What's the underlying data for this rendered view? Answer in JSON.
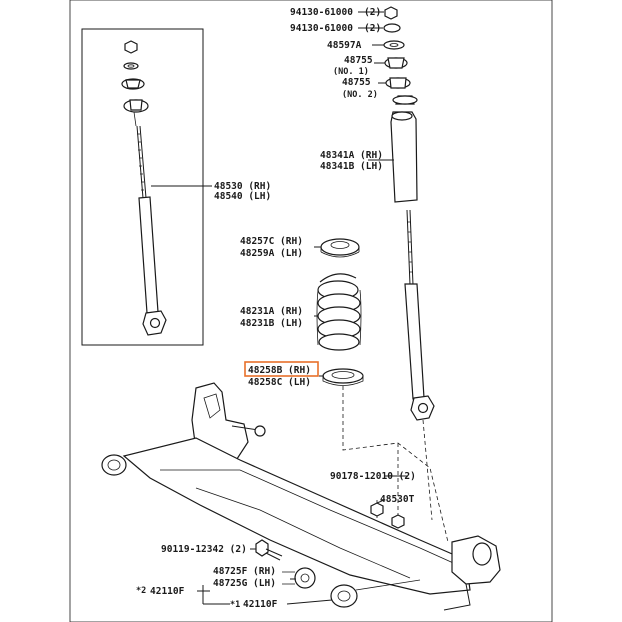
{
  "labels": {
    "p94130a": "94130-61000",
    "p94130a_qty": "(2)",
    "p94130b": "94130-61000",
    "p94130b_qty": "(2)",
    "p48597a": "48597A",
    "p48755_1": "48755",
    "p48755_1_note": "(NO. 1)",
    "p48755_2": "48755",
    "p48755_2_note": "(NO. 2)",
    "p48341a": "48341A (RH)",
    "p48341b": "48341B (LH)",
    "p48530": "48530 (RH)",
    "p48540": "48540 (LH)",
    "p48257c": "48257C (RH)",
    "p48259a": "48259A (LH)",
    "p48231a": "48231A (RH)",
    "p48231b": "48231B (LH)",
    "p48258b": "48258B (RH)",
    "p48258c": "48258C (LH)",
    "p90178": "90178-12010 (2)",
    "p48530t": "48530T",
    "p90119": "90119-12342 (2)",
    "p48725f": "48725F (RH)",
    "p48725g": "48725G (LH)",
    "p42110f_a": "42110F",
    "p42110f_b": "42110F",
    "mark_a": "*2",
    "mark_b": "*1"
  },
  "colors": {
    "line": "#1a1a1a",
    "highlight": "#e8702a",
    "background": "#ffffff"
  }
}
